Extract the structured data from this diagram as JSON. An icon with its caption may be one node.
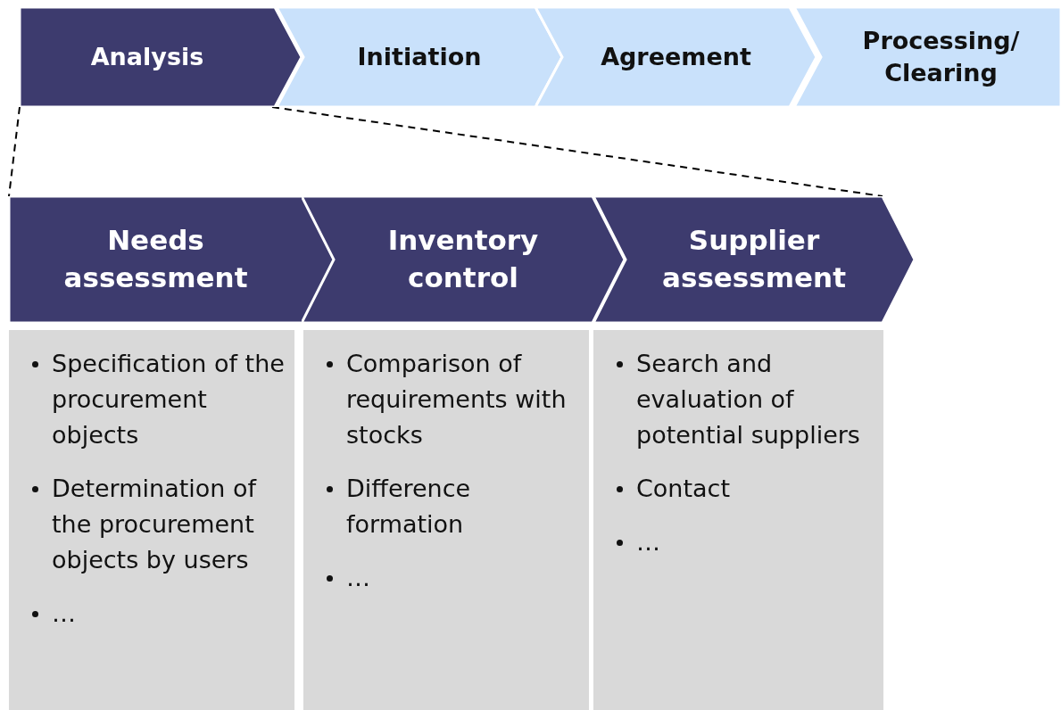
{
  "diagram": {
    "nodes": [
      {
        "text": [
          "Analysis"
        ]
      },
      {
        "text": [
          "Initiation"
        ]
      },
      {
        "text": [
          "Agreement"
        ]
      },
      {
        "text": [
          "Processing/ Clearing"
        ]
      },
      {
        "text": [
          "Needs assessment"
        ]
      },
      {
        "text": [
          "Inventory control"
        ]
      },
      {
        "text": [
          "Supplier assessment"
        ]
      },
      {
        "text": [
          "Specification of the procurement objects",
          "Determination of the procurement objects by users",
          "…"
        ]
      },
      {
        "text": [
          "Comparison of requirements with stocks",
          "Difference formation",
          "…"
        ]
      },
      {
        "text": [
          "Search and evaluation of potential suppliers",
          "Contact",
          "…"
        ]
      }
    ],
    "edges": [
      {
        "from": 0,
        "to": 4,
        "arrow": "none",
        "style": "dashed"
      },
      {
        "from": 0,
        "to": 6,
        "arrow": "none",
        "style": "dashed"
      }
    ]
  }
}
